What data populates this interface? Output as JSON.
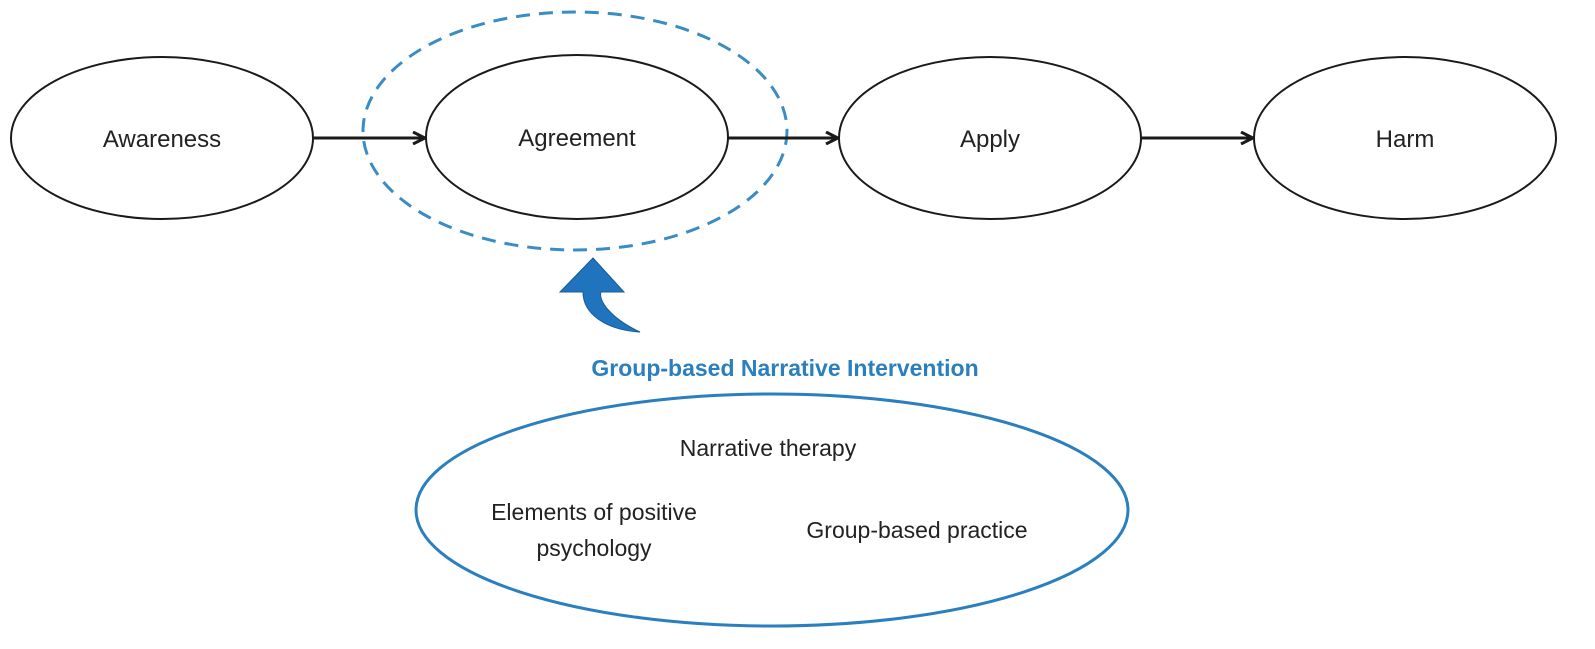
{
  "nodes": [
    {
      "label": "Awareness"
    },
    {
      "label": "Agreement"
    },
    {
      "label": "Apply"
    },
    {
      "label": "Harm"
    }
  ],
  "intervention": {
    "title": "Group-based Narrative Intervention",
    "components": {
      "top": "Narrative therapy",
      "left_line1": "Elements of positive",
      "left_line2": "psychology",
      "right": "Group-based practice"
    }
  },
  "colors": {
    "accent": "#2a7fbf",
    "stroke": "#1a1a1a",
    "dashed": "#3a8cc4",
    "text": "#222222"
  },
  "icons": {
    "curved_arrow": "curved-up-arrow-icon"
  }
}
